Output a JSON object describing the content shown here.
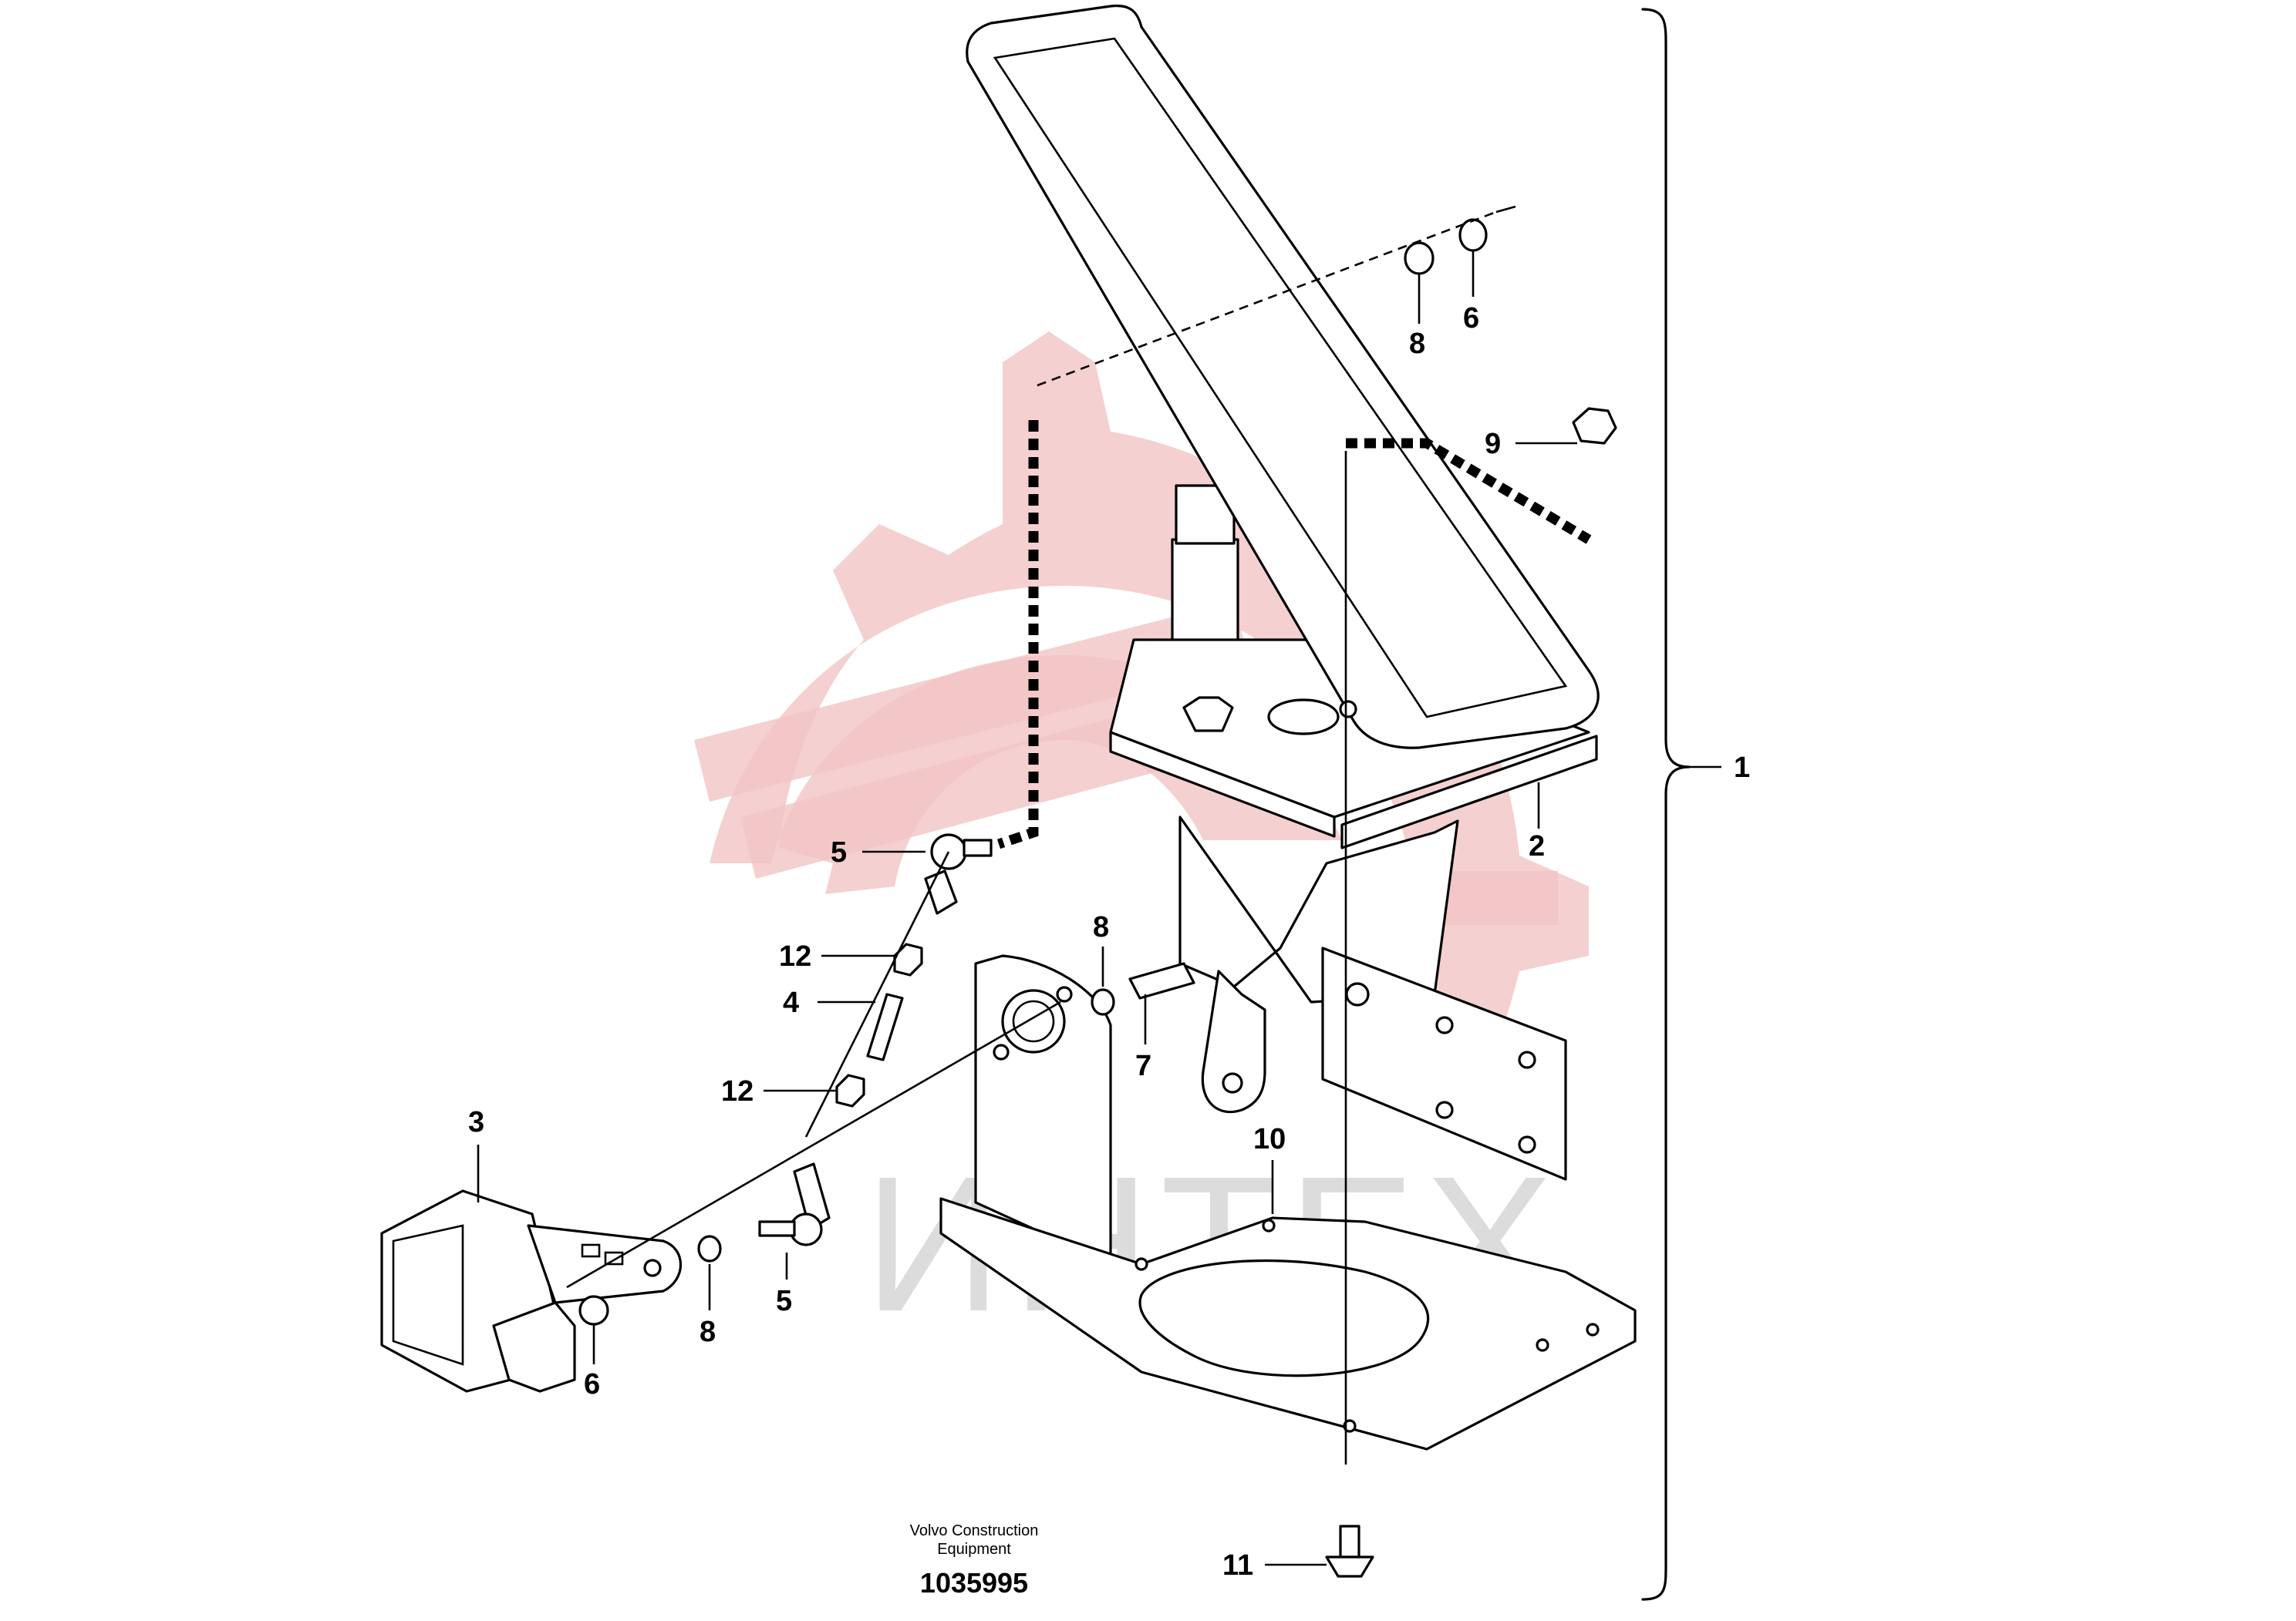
{
  "watermark": {
    "text": "ИНТЕХ",
    "gear_color": "#f2c4c4",
    "text_color": "#dcdcdc"
  },
  "callouts": [
    {
      "id": "c1",
      "label": "1"
    },
    {
      "id": "c2",
      "label": "2"
    },
    {
      "id": "c3",
      "label": "3"
    },
    {
      "id": "c4",
      "label": "4"
    },
    {
      "id": "c5a",
      "label": "5"
    },
    {
      "id": "c5b",
      "label": "5"
    },
    {
      "id": "c6a",
      "label": "6"
    },
    {
      "id": "c6b",
      "label": "6"
    },
    {
      "id": "c7",
      "label": "7"
    },
    {
      "id": "c8a",
      "label": "8"
    },
    {
      "id": "c8b",
      "label": "8"
    },
    {
      "id": "c8c",
      "label": "8"
    },
    {
      "id": "c9",
      "label": "9"
    },
    {
      "id": "c10",
      "label": "10"
    },
    {
      "id": "c11",
      "label": "11"
    },
    {
      "id": "c12a",
      "label": "12"
    },
    {
      "id": "c12b",
      "label": "12"
    }
  ],
  "footer": {
    "company_line1": "Volvo Construction",
    "company_line2": "Equipment",
    "drawing_number": "1035995"
  }
}
